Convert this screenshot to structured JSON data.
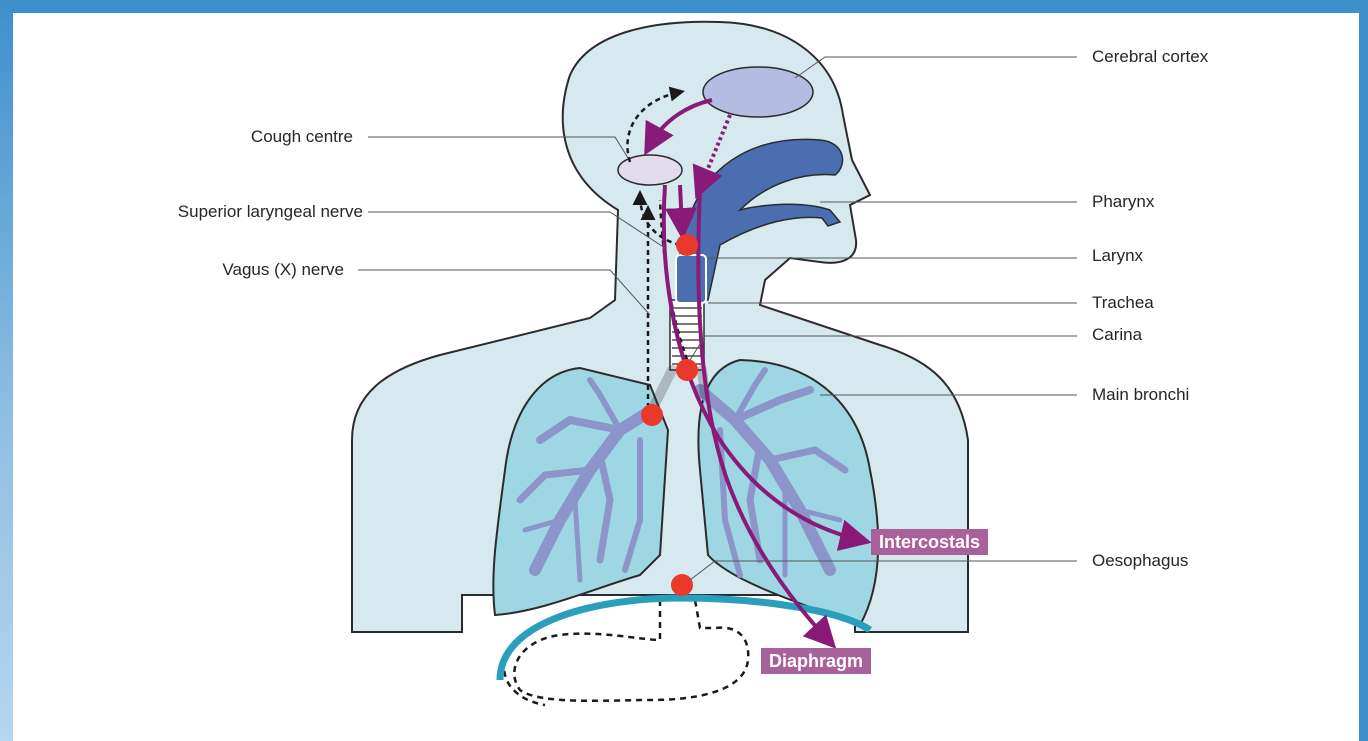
{
  "labels": {
    "cerebral_cortex": "Cerebral cortex",
    "cough_centre": "Cough centre",
    "superior_laryngeal_nerve": "Superior laryngeal nerve",
    "vagus_nerve": "Vagus (X) nerve",
    "pharynx": "Pharynx",
    "larynx": "Larynx",
    "trachea": "Trachea",
    "carina": "Carina",
    "main_bronchi": "Main bronchi",
    "oesophagus": "Oesophagus"
  },
  "effectors": {
    "intercostals": "Intercostals",
    "diaphragm": "Diaphragm"
  },
  "colors": {
    "frame": "#3f8fcd",
    "body_fill": "#d6e9ef",
    "airway": "#4a6eb0",
    "lung_fill": "#9fd6e3",
    "bronchi": "#8b95c9",
    "efferent_arrow": "#8a1a78",
    "receptor_dot": "#e8392a",
    "effector_tag": "#a9619a",
    "diaphragm": "#2a9fbc"
  }
}
